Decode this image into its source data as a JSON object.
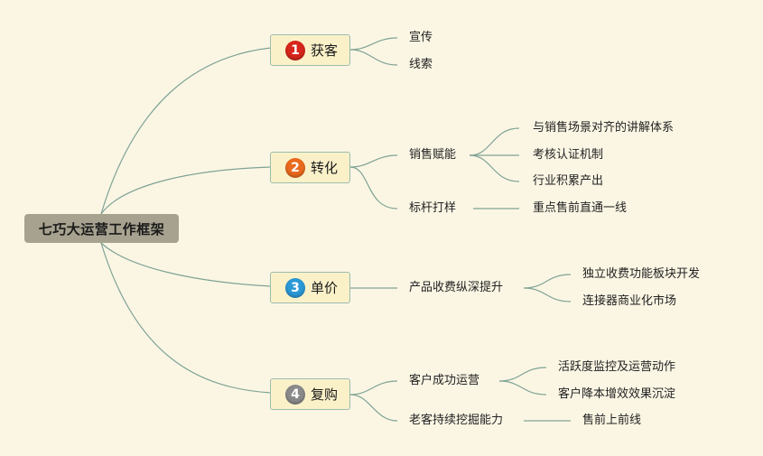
{
  "root": {
    "label": "七巧大运营工作框架"
  },
  "branches": [
    {
      "number": "1",
      "label": "获客",
      "color": "#d7261b",
      "children": [
        {
          "label": "宣传"
        },
        {
          "label": "线索"
        }
      ]
    },
    {
      "number": "2",
      "label": "转化",
      "color": "#ea6a1d",
      "children": [
        {
          "label": "销售赋能",
          "children": [
            "与销售场景对齐的讲解体系",
            "考核认证机制",
            "行业积累产出"
          ]
        },
        {
          "label": "标杆打样",
          "children": [
            "重点售前直通一线"
          ]
        }
      ]
    },
    {
      "number": "3",
      "label": "单价",
      "color": "#2b98d6",
      "children": [
        {
          "label": "产品收费纵深提升",
          "children": [
            "独立收费功能板块开发",
            "连接器商业化市场"
          ]
        }
      ]
    },
    {
      "number": "4",
      "label": "复购",
      "color": "#8a8a8a",
      "children": [
        {
          "label": "客户成功运营",
          "children": [
            "活跃度监控及运营动作",
            "客户降本增效效果沉淀"
          ]
        },
        {
          "label": "老客持续挖掘能力",
          "children": [
            "售前上前线"
          ]
        }
      ]
    }
  ]
}
